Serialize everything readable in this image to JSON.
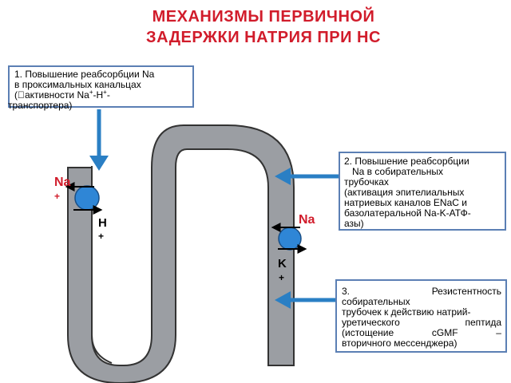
{
  "title": {
    "line1": "МЕХАНИЗМЫ ПЕРВИЧНОЙ",
    "line2": "ЗАДЕРЖКИ НАТРИЯ ПРИ НС"
  },
  "box1": {
    "line1": "1.  Повышение реабсорбции Na",
    "line2": " в проксимальных канальцах",
    "line3_prefix": " (активности  Na",
    "line3_sup1": "+",
    "line3_mid": "-H",
    "line3_sup2": "+",
    "line3_suffix": "-",
    "line4": "транспортера)"
  },
  "box2": {
    "line1": "2. Повышение реабсорбции",
    "line2": "   Na в собирательных",
    "line3": "трубочках",
    "line4": "(активация эпителиальных",
    "line5": "натриевых каналов ENaC  и",
    "line6": "базолатеральной  Na-K-АТФ-",
    "line7": "азы)"
  },
  "box3": {
    "line1_a": "3.",
    "line1_b": "Резистентность",
    "line2": "собирательных",
    "line3": "трубочек  к действию натрий-",
    "line4_a": "уретического",
    "line4_b": "пептида",
    "line5_a": "(истощение",
    "line5_b": "cGMF",
    "line5_c": "–",
    "line6": "вторичного мессенджера)"
  },
  "ions": {
    "na_left": "Na",
    "na_left_charge": "+",
    "h_left": "H",
    "h_left_charge": "+",
    "na_right": "Na",
    "k_right": "K",
    "k_right_charge": "+"
  },
  "colors": {
    "title_red": "#d11c2b",
    "tubule_gray": "#9b9ea3",
    "tubule_outline": "#333333",
    "arrow_blue": "#2a7fc4",
    "pump_blue": "#2f86d6",
    "box_border": "#5b7fb4"
  }
}
